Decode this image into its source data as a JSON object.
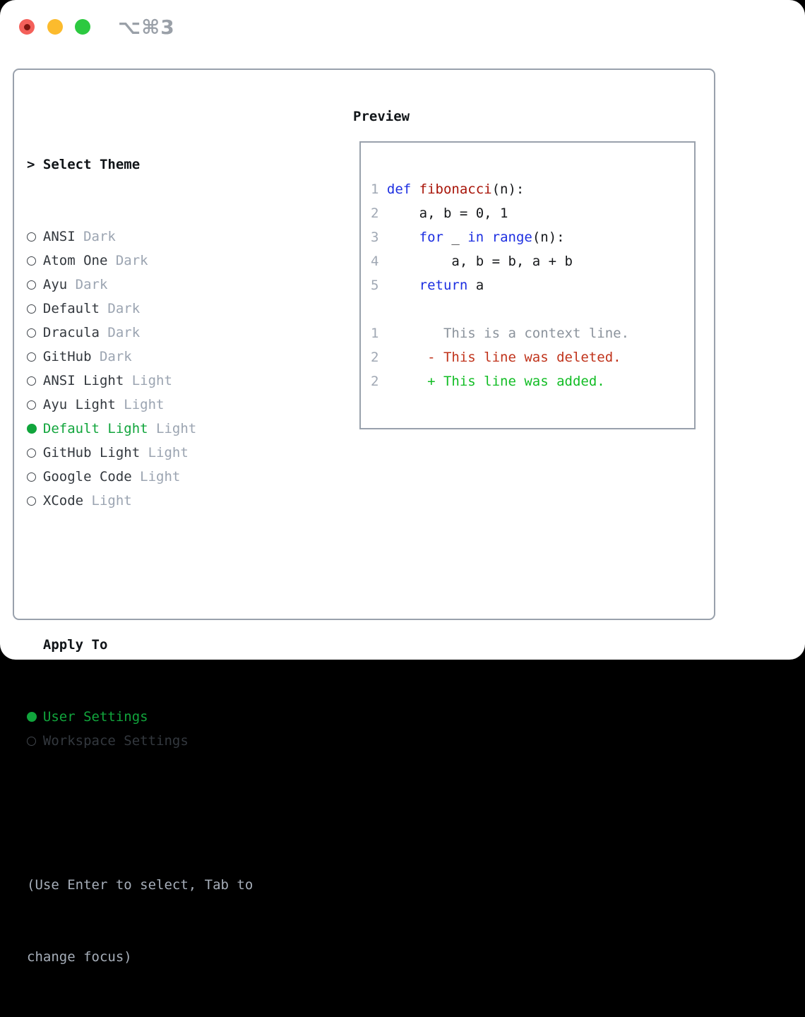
{
  "window": {
    "shortcut": "⌥⌘3",
    "traffic_lights": [
      "close",
      "minimize",
      "zoom"
    ]
  },
  "theme_panel": {
    "title_prefix": ">",
    "title": "Select Theme",
    "themes": [
      {
        "name": "ANSI",
        "variant": "Dark",
        "selected": false
      },
      {
        "name": "Atom One",
        "variant": "Dark",
        "selected": false
      },
      {
        "name": "Ayu",
        "variant": "Dark",
        "selected": false
      },
      {
        "name": "Default",
        "variant": "Dark",
        "selected": false
      },
      {
        "name": "Dracula",
        "variant": "Dark",
        "selected": false
      },
      {
        "name": "GitHub",
        "variant": "Dark",
        "selected": false
      },
      {
        "name": "ANSI Light",
        "variant": "Light",
        "selected": false
      },
      {
        "name": "Ayu Light",
        "variant": "Light",
        "selected": false
      },
      {
        "name": "Default Light",
        "variant": "Light",
        "selected": true
      },
      {
        "name": "GitHub Light",
        "variant": "Light",
        "selected": false
      },
      {
        "name": "Google Code",
        "variant": "Light",
        "selected": false
      },
      {
        "name": "XCode",
        "variant": "Light",
        "selected": false
      }
    ],
    "apply_to": {
      "title": "Apply To",
      "options": [
        {
          "name": "User Settings",
          "selected": true
        },
        {
          "name": "Workspace Settings",
          "selected": false
        }
      ]
    },
    "hint": [
      "(Use Enter to select, Tab to",
      "change focus)"
    ]
  },
  "preview": {
    "title": "Preview",
    "code_lines": [
      {
        "num": "1",
        "indent": 0,
        "tokens": [
          {
            "t": "def ",
            "c": "kw"
          },
          {
            "t": "fibonacci",
            "c": "fn"
          },
          {
            "t": "(n):",
            "c": "pl"
          }
        ]
      },
      {
        "num": "2",
        "indent": 4,
        "tokens": [
          {
            "t": "a, b = 0, 1",
            "c": "pl"
          }
        ]
      },
      {
        "num": "3",
        "indent": 4,
        "tokens": [
          {
            "t": "for ",
            "c": "kw"
          },
          {
            "t": "_ ",
            "c": "pl"
          },
          {
            "t": "in ",
            "c": "kw"
          },
          {
            "t": "range",
            "c": "kw"
          },
          {
            "t": "(n):",
            "c": "pl"
          }
        ]
      },
      {
        "num": "4",
        "indent": 8,
        "tokens": [
          {
            "t": "a, b = b, a + b",
            "c": "pl"
          }
        ]
      },
      {
        "num": "5",
        "indent": 4,
        "tokens": [
          {
            "t": "return ",
            "c": "kw"
          },
          {
            "t": "a",
            "c": "pl"
          }
        ]
      }
    ],
    "diff_lines": [
      {
        "num": "1",
        "prefix": " ",
        "text": "This is a context line.",
        "kind": "context"
      },
      {
        "num": "2",
        "prefix": "-",
        "text": "This line was deleted.",
        "kind": "deleted"
      },
      {
        "num": "2",
        "prefix": "+",
        "text": "This line was added.",
        "kind": "added"
      }
    ]
  },
  "colors": {
    "page_bg": "#000000",
    "window_bg": "#ffffff",
    "border": "#99a1ac",
    "heading": "#101418",
    "theme_name": "#33383e",
    "variant": "#9ba4b1",
    "selected_green": "#11a53c",
    "indicator": "#41464c",
    "hint": "#a6aeb9",
    "line_number": "#a0a8b4",
    "keyword": "#1d2fe1",
    "function": "#a81408",
    "code_plain": "#16181b",
    "context": "#8b939c",
    "deleted": "#c0331b",
    "added": "#12bd25",
    "shortcut": "#9aa0a8",
    "traffic_red": "#f4605a",
    "traffic_red_dot": "#7e150f",
    "traffic_yellow": "#fcbb2d",
    "traffic_green": "#2cc940"
  }
}
